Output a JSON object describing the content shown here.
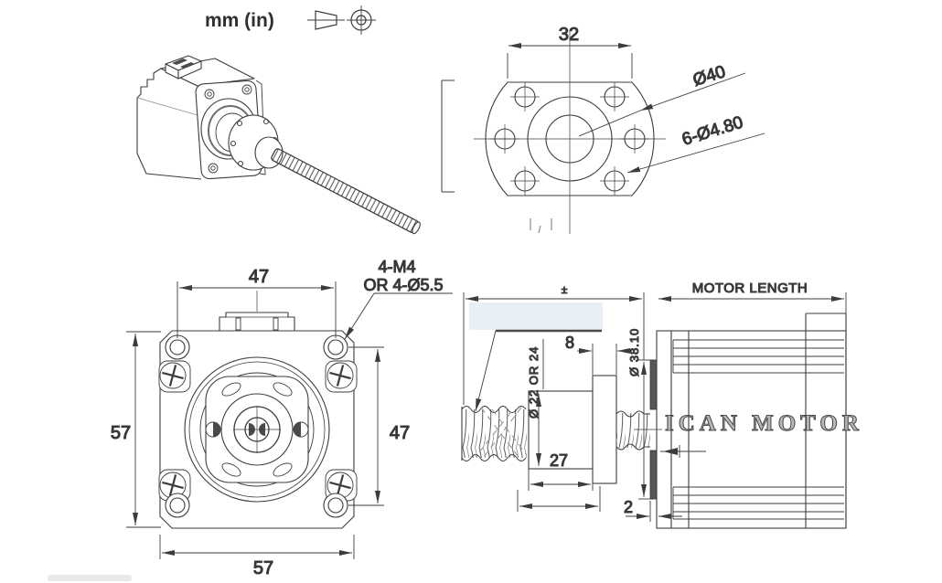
{
  "title": "Stepper motor with lead screw - dimensional drawing",
  "units": {
    "label": "mm (in)"
  },
  "flange_view": {
    "dim_width": "32",
    "od_label": "Ø40",
    "holes_label": "6-Ø4.80"
  },
  "front_view": {
    "dim_top": "47",
    "dim_right": "47",
    "dim_left": "57",
    "dim_bottom": "57",
    "leader_line1": "4-M4",
    "leader_line2": "OR 4-Ø5.5"
  },
  "side_view": {
    "dim_flange_thk": "8",
    "dim_nut": "27",
    "dim_boss_thk": "2",
    "nut_od_label": "Ø 22 OR 24",
    "boss_od_label": "Ø 38.10",
    "motor_length_label": "MOTOR LENGTH",
    "tol_mark": "±",
    "watermark": "ICAN MOTOR"
  },
  "colors": {
    "line": "#3c3c3c",
    "dim_line": "#4a4a4a",
    "watermark_gray": "#b3b0b0",
    "highlight_band": "#e9eff6",
    "background": "#ffffff"
  }
}
